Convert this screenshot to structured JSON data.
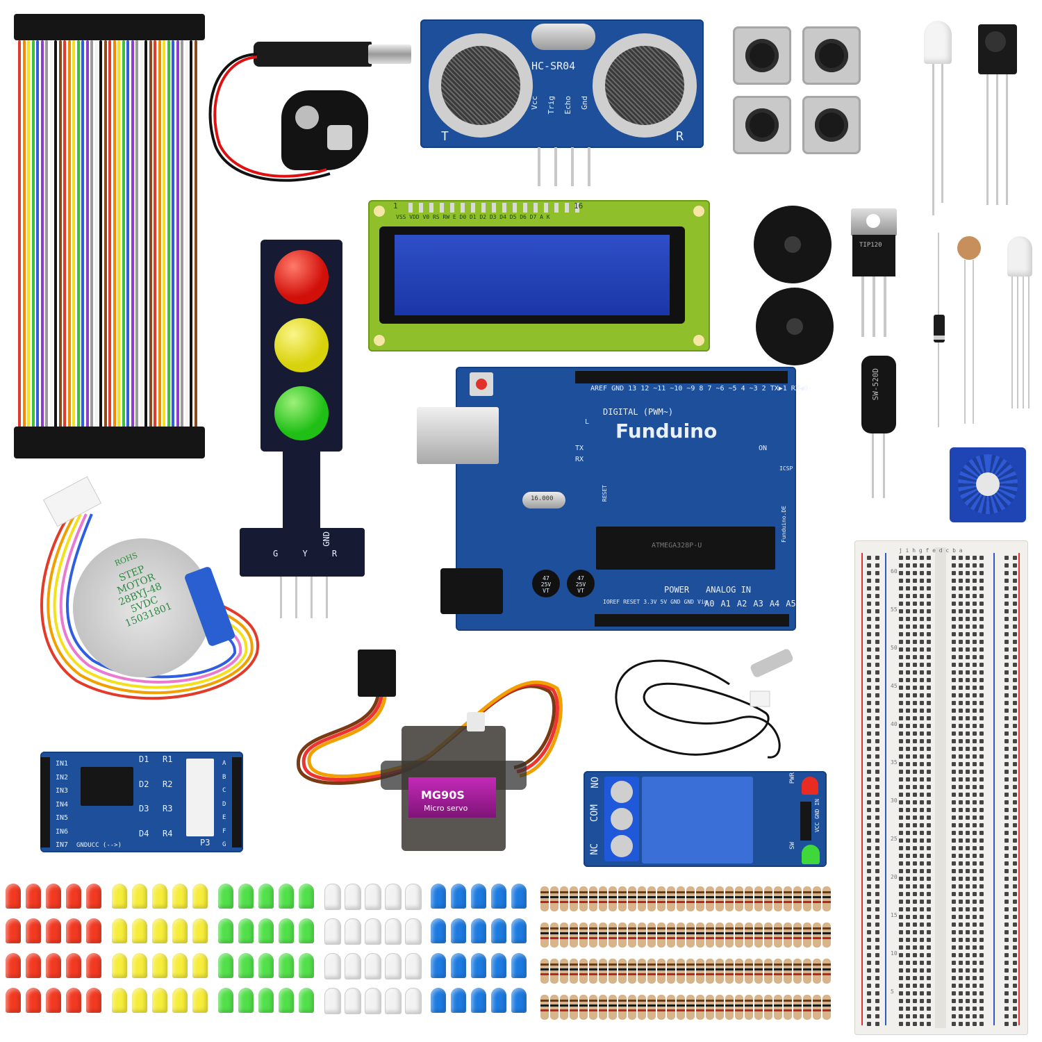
{
  "components": {
    "ultrasonic": {
      "model": "HC-SR04",
      "pins": [
        "Vcc",
        "Trig",
        "Echo",
        "Gnd"
      ],
      "t": "T",
      "r": "R"
    },
    "lcd": {
      "pin_first": "1",
      "pin_last": "16",
      "pin_labels": "VSS VDD V0 RS RW E D0 D1 D2 D3 D4 D5 D6 D7 A K"
    },
    "traffic_light": {
      "gnd": "GND",
      "pins": "G Y R"
    },
    "arduino": {
      "brand": "Funduino",
      "digital": "DIGITAL (PWM~)",
      "aref": "AREF",
      "gnd": "GND",
      "on": "ON",
      "tx": "TX",
      "rx": "RX",
      "l": "L",
      "icsp": "ICSP",
      "reset": "RESET",
      "power": "POWER",
      "analog": "ANALOG IN",
      "analog_pins": [
        "A0",
        "A1",
        "A2",
        "A3",
        "A4",
        "A5"
      ],
      "power_pins": [
        "IOREF",
        "RESET",
        "3.3V",
        "5V",
        "GND",
        "GND",
        "Vin"
      ],
      "digital_pins": [
        "13",
        "12",
        "~11",
        "~10",
        "~9",
        "8",
        "7",
        "~6",
        "~5",
        "4",
        "~3",
        "2",
        "TX▶1",
        "RX◀0"
      ],
      "chip": "ATMEGA328P-U",
      "cap1": "47 25V VT",
      "cap2": "47 25V VT",
      "url": "Funduino.DE",
      "crystal": "16.000"
    },
    "stepper": {
      "rohs": "ROHS",
      "line1": "STEP MOTOR",
      "line2": "28BYJ-48",
      "line3": "5VDC",
      "line4": "15031801"
    },
    "driver_board": {
      "inputs": [
        "IN1",
        "IN2",
        "IN3",
        "IN4",
        "IN5",
        "IN6",
        "IN7"
      ],
      "diodes": [
        "D1",
        "D2",
        "D3",
        "D4"
      ],
      "resistors": [
        "R1",
        "R2",
        "R3",
        "R4"
      ],
      "letters": [
        "A",
        "B",
        "C",
        "D",
        "E",
        "F",
        "G"
      ],
      "p3": "P3",
      "bottom": "GNDUCC (-->)"
    },
    "servo": {
      "model": "MG90S",
      "sub": "Micro servo"
    },
    "relay": {
      "no": "NO",
      "com": "COM",
      "nc": "NC",
      "pwr": "PWR",
      "sw": "SW",
      "pins": "VCC GND IN"
    },
    "tilt": "SW-520D",
    "transistor": "TIP120",
    "breadboard": {
      "numbers": [
        "60",
        "55",
        "50",
        "45",
        "40",
        "35",
        "30",
        "25",
        "20",
        "15",
        "10",
        "5"
      ],
      "letters": "j i h g f  e d c b a"
    }
  },
  "colors": {
    "pcb_blue": "#1d4f9b",
    "led_red": "#f23a22",
    "led_yellow": "#f6ec3a",
    "led_green": "#52e04a",
    "led_white": "#f2f2f2",
    "led_blue": "#1d7be0"
  }
}
